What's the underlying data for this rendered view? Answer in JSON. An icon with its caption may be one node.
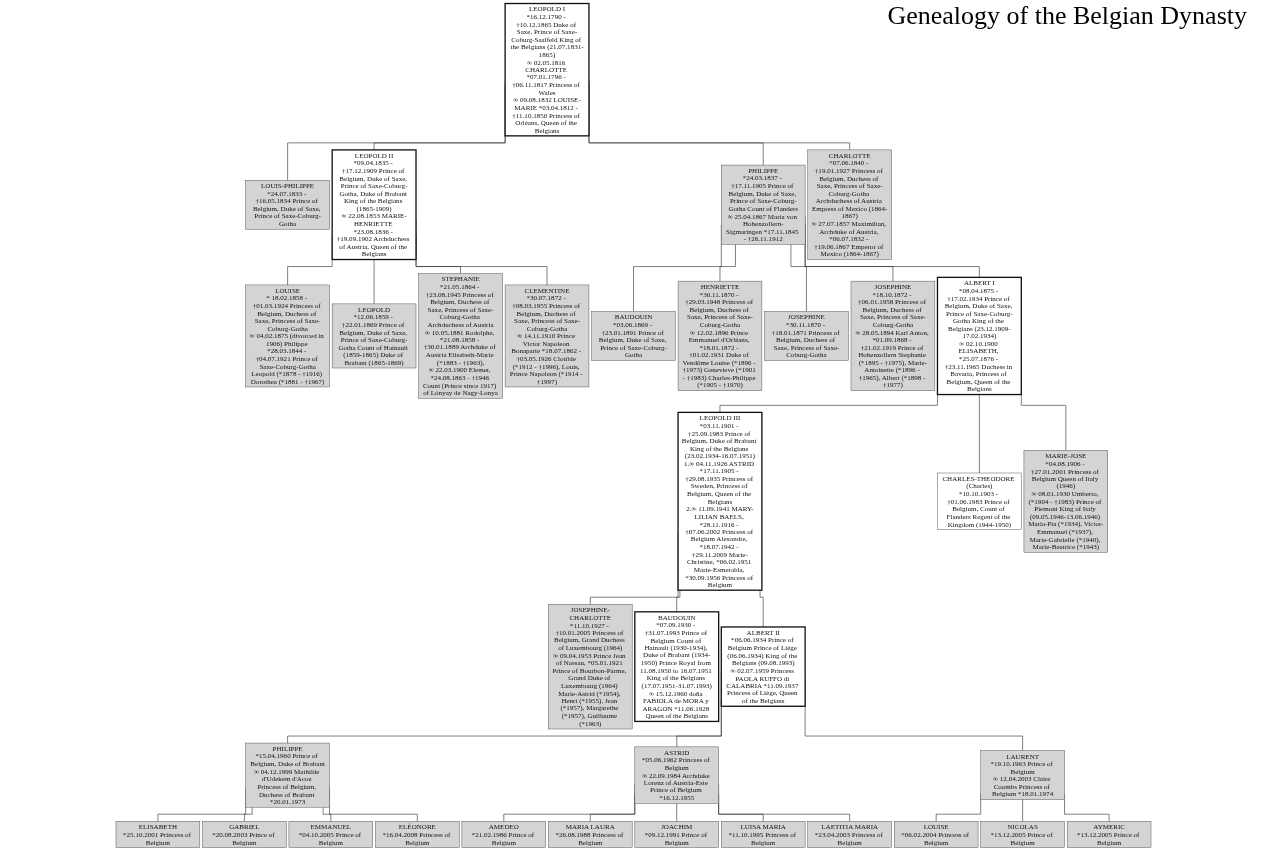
{
  "diagram": {
    "title": "Genealogy of the Belgian Dynasty",
    "nodes": [
      {
        "text": [
          "LEOPOLD I",
          "*16.12.1790 - †10.12.1865 Duke of Saxe, Prince of Saxe-Coburg-Saalfeld King of the Belgians (21.07.1831-1865)",
          "∞ 02.05.1816 CHARLOTTE *07.01.1796 - †06.11.1817 Princess of Wales",
          "∞ 09.08.1832 LOUISE-MARIE *03.04.1812 - †11.10.1850 Princess of Orléans, Queen of the Belgians"
        ]
      },
      {
        "text": [
          "LOUIS-PHILIPPE",
          "*24.07.1833 - †16.05.1834 Prince of Belgium, Duke of Saxe, Prince of Saxe-Coburg-Gotha"
        ]
      },
      {
        "text": [
          "LEOPOLD II",
          "*09.04.1835 - †17.12.1909 Prince of Belgium, Duke of Saxe, Prince of Saxe-Coburg-Gotha, Duke of Brabant King of the Belgians (1865-1909)",
          "∞ 22.08.1853 MARIE-HENRIETTE *23.08.1836 - †19.09.1902 Archduchess of Austria, Queen of the Belgians"
        ]
      },
      {
        "text": [
          "PHILIPPE",
          "*24.03.1837 - †17.11.1905 Prince of Belgium, Duke of Saxe, Prince of Saxe-Coburg-Gotha Count of Flanders",
          "∞ 25.04.1867 Maria von Hohenzollern-Sigmaringen *17.11.1845 - †26.11.1912"
        ]
      },
      {
        "text": [
          "CHARLOTTE",
          "*07.06.1840 - †19.01.1927 Princess of Belgium, Duchess of Saxe, Princess of Saxe-Coburg-Gotha Archduchess of Austria Empress of Mexico (1864-1867)",
          "∞ 27.07.1857 Maximilian, Archduke of Austria, *06.07.1832 - †19.06.1867 Emperor of Mexico (1864-1867)"
        ]
      },
      {
        "text": [
          "LOUISE",
          "* 18.02.1858 - †01.03.1924 Princess of Belgium, Duchess of Saxe, Princess of Saxe-Coburg-Gotha",
          "∞ 04.02.1875 (divorced in 1906) Philippe *28.03.1844 - †04.07.1921 Prince of Saxe-Coburg-Gotha",
          "Leopold (*1878 - †1916) Dorothea (*1881 - †1967)"
        ]
      },
      {
        "text": [
          "LEOPOLD",
          "*12.06.1859 - †22.01.1869 Prince of Belgium, Duke of Saxe, Prince of Saxe-Coburg-Gotha Count of Hainault (1859-1865) Duke of Brabant (1865-1869)"
        ]
      },
      {
        "text": [
          "STEPHANIE",
          "*21.05.1864 - †23.08.1945 Princess of Belgium, Duchess of Saxe, Princess of Saxe-Coburg-Gotha Archduchess of Austria",
          "∞ 10.05.1881 Rodolphe, *21.08.1858 - †30.01.1889 Archduke of Austria Elisabeth-Marie (*1883 - †1963),",
          "∞ 22.03.1900 Elemer, *24.08.1863 - †1946 Count (Prince since 1917) of Lónyay de Nagy-Lonya"
        ]
      },
      {
        "text": [
          "CLEMENTINE",
          "*30.07.1872 - †08.03.1955 Princess of Belgium, Duchess of Saxe, Princess of Saxe-Coburg-Gotha",
          "∞ 14.11.1910 Prince Victor Napoleon Bonaparte *18.07.1862 - †03.05.1926 Clotilde (*1912 - †1996), Louis, Prince Napoleon (*1914 - †1997)"
        ]
      },
      {
        "text": [
          "BAUDOUIN",
          "*03.06.1869 - †23.01.1891 Prince of Belgium, Duke of Saxe, Prince of Saxe-Coburg-Gotha"
        ]
      },
      {
        "text": [
          "HENRIETTE",
          "*30.11.1870 - †29.03.1948 Princess of Belgium, Duchess of Saxe, Princess of Saxe-Coburg-Gotha",
          "∞ 12.02.1896 Prince Emmanuel d'Orléans, *18.01.1872 - †01.02.1931 Duke of Vendôme Louise (*1896 - †1973) Genevieve (*1901 - †1983) Charles-Philippe (*1905 - †1970)"
        ]
      },
      {
        "text": [
          "JOSEPHINE",
          "*30.11.1870 - †18.01.1871 Princess of Belgium, Duchess of Saxe, Princess of Saxe-Coburg-Gotha"
        ]
      },
      {
        "text": [
          "JOSEPHINE",
          "*18.10.1872 - †06.01.1958 Princess of Belgium, Duchess of Saxe, Princess of Saxe-Coburg-Gotha",
          "∞ 28.05.1894 Karl Anton, *01.09.1868 - †21.02.1919 Prince of Hohenzollern Stephanie (*1895 - †1975), Marie-Antoinette (*1896 - †1965), Albert (*1898 - †1977)"
        ]
      },
      {
        "text": [
          "ALBERT I",
          "*08.04.1875 - †17.02.1934 Prince of Belgium, Duke of Saxe, Prince of Saxe-Coburg-Gotha King of the Belgians (23.12.1909-17.02.1934)",
          "∞ 02.10.1900 ELISABETH, *25.07.1876 - †23.11.1965 Duchess in Bavaria, Princess of Belgium, Queen of the Belgians"
        ]
      },
      {
        "text": [
          "LEOPOLD III",
          "*03.11.1901 - †25.09.1983 Prince of Belgium, Duke of Brabant King of the Belgians (23.02.1934-16.07.1951)",
          "1.∞ 04.11.1926 ASTRID *17.11.1905 - †29.08.1935 Princess of Sweden, Princess of Belgium, Queen of the Belgians",
          "2.∞ 11.09.1941 MARY-LILIAN BAELS, *28.11.1916 - †07.06.2002 Princess of Belgium Alexandre, *18.07.1942 - †29.11.2009 Marie-Christine, *06.02.1951 Marie-Esmeralda, *30.09.1956 Princess of Belgium"
        ]
      },
      {
        "text": [
          "CHARLES-THEODORE (Charles)",
          "*10.10.1903 - †01.06.1983 Prince of Belgium, Count of Flanders Regent of the Kingdom (1944-1950)"
        ]
      },
      {
        "text": [
          "MARIE-JOSE",
          "*04.08.1906 - †27.01.2001 Princess of Belgium Queen of Italy (1946)",
          "∞ 08.01.1930 Umberto, (*1904 - †1983) Prince of Piemont King of Italy (09.05.1946-13.06.1946) Maria-Pia (*1934), Victor-Emmanuel (*1937), Marie-Gabrielle (*1940), Marie-Beatrice (*1943)"
        ]
      },
      {
        "text": [
          "JOSEPHINE-CHARLOTTE",
          "*11.10.1927 - †10.01.2005 Princess of Belgium, Grand Duchess of Luxembourg (1964)",
          "∞ 09.04.1953 Prince Jean of Nassau, *05.01.1921 Prince of Bourbon-Parme, Grand Duke of Luxembourg (1964) Marie-Astrid (*1954), Henri (*1955), Jean (*1957), Margarethe (*1957), Guillaume (*1963)"
        ]
      },
      {
        "text": [
          "BAUDOUIN",
          "*07.09.1930 - †31.07.1993 Prince of Belgium Count of Hainault (1930-1934), Duke of Brabant (1934-1950) Prince Royal from 11.08.1950 to 16.07.1951 King of the Belgians (17.07.1951-31.07.1993)",
          "∞ 15.12.1960 doña FABIOLA de MORA y ARAGON *11.06.1928 Queen of the Belgians"
        ]
      },
      {
        "text": [
          "ALBERT II",
          "*06.06.1934 Prince of Belgium Prince of Liège (06.06.1934) King of the Belgians (09.08.1993)",
          "∞ 02.07.1959 Princess PAOLA RUFFO di CALABRIA *11.09.1937 Princess of Liège, Queen of the Belgians"
        ]
      },
      {
        "text": [
          "PHILIPPE",
          "*15.04.1960 Prince of Belgium, Duke of Brabant",
          "∞ 04.12.1999 Mathilde d'Udekem d'Acoz Princess of Belgium, Duchess of Brabant *20.01.1973"
        ]
      },
      {
        "text": [
          "ASTRID",
          "*05.06.1962 Princess of Belgium",
          "∞ 22.09.1984 Archduke Lorenz of Austria-Este Prince of Belgium *16.12.1955"
        ]
      },
      {
        "text": [
          "LAURENT",
          "*19.10.1963 Prince of Belgium",
          "∞ 12.04.2003 Claire Coombs Princess of Belgium *18.01.1974"
        ]
      },
      {
        "text": [
          "ELISABETH",
          "*25.10.2001 Princess of Belgium"
        ]
      },
      {
        "text": [
          "GABRIEL",
          "*20.08.2003 Prince of Belgium"
        ]
      },
      {
        "text": [
          "EMMANUEL",
          "*04.10.2005 Prince of Belgium"
        ]
      },
      {
        "text": [
          "ELÉONORE",
          "*16.04.2008 Princess of Belgium"
        ]
      },
      {
        "text": [
          "AMEDEO",
          "*21.02.1986 Prince of Belgium"
        ]
      },
      {
        "text": [
          "MARIA LAURA",
          "*26.08.1988 Princess of Belgium"
        ]
      },
      {
        "text": [
          "JOACHIM",
          "*09.12.1991 Prince of Belgium"
        ]
      },
      {
        "text": [
          "LUISA MARIA",
          "*11.10.1995 Princess of Belgium"
        ]
      },
      {
        "text": [
          "LAETITIA MARIA",
          "*23.04.2003 Princess of Belgium"
        ]
      },
      {
        "text": [
          "LOUISE",
          "*06.02.2004 Princess of Belgium"
        ]
      },
      {
        "text": [
          "NICOLAS",
          "*13.12.2005 Prince of Belgium"
        ]
      },
      {
        "text": [
          "AYMERIC",
          "*13.12.2005 Prince of Belgium"
        ]
      }
    ],
    "edges": [
      {
        "from": 0,
        "to": 1,
        "arrow": "none"
      },
      {
        "from": 0,
        "to": 2,
        "arrow": "none"
      },
      {
        "from": 0,
        "to": 3,
        "arrow": "none"
      },
      {
        "from": 0,
        "to": 4,
        "arrow": "none"
      },
      {
        "from": 2,
        "to": 5,
        "arrow": "none"
      },
      {
        "from": 2,
        "to": 6,
        "arrow": "none"
      },
      {
        "from": 2,
        "to": 7,
        "arrow": "none"
      },
      {
        "from": 2,
        "to": 8,
        "arrow": "none"
      },
      {
        "from": 3,
        "to": 9,
        "arrow": "none"
      },
      {
        "from": 3,
        "to": 10,
        "arrow": "none"
      },
      {
        "from": 3,
        "to": 11,
        "arrow": "none"
      },
      {
        "from": 3,
        "to": 12,
        "arrow": "none"
      },
      {
        "from": 3,
        "to": 13,
        "arrow": "none"
      },
      {
        "from": 13,
        "to": 14,
        "arrow": "none"
      },
      {
        "from": 13,
        "to": 15,
        "arrow": "none"
      },
      {
        "from": 13,
        "to": 16,
        "arrow": "none"
      },
      {
        "from": 14,
        "to": 17,
        "arrow": "none"
      },
      {
        "from": 14,
        "to": 18,
        "arrow": "none"
      },
      {
        "from": 14,
        "to": 19,
        "arrow": "none"
      },
      {
        "from": 19,
        "to": 20,
        "arrow": "none"
      },
      {
        "from": 19,
        "to": 21,
        "arrow": "none"
      },
      {
        "from": 19,
        "to": 22,
        "arrow": "none"
      },
      {
        "from": 20,
        "to": 23,
        "arrow": "none"
      },
      {
        "from": 20,
        "to": 24,
        "arrow": "none"
      },
      {
        "from": 20,
        "to": 25,
        "arrow": "none"
      },
      {
        "from": 20,
        "to": 26,
        "arrow": "none"
      },
      {
        "from": 21,
        "to": 27,
        "arrow": "none"
      },
      {
        "from": 21,
        "to": 28,
        "arrow": "none"
      },
      {
        "from": 21,
        "to": 29,
        "arrow": "none"
      },
      {
        "from": 21,
        "to": 30,
        "arrow": "none"
      },
      {
        "from": 21,
        "to": 31,
        "arrow": "none"
      },
      {
        "from": 22,
        "to": 32,
        "arrow": "none"
      },
      {
        "from": 22,
        "to": 33,
        "arrow": "none"
      },
      {
        "from": 22,
        "to": 34,
        "arrow": "none"
      }
    ]
  }
}
